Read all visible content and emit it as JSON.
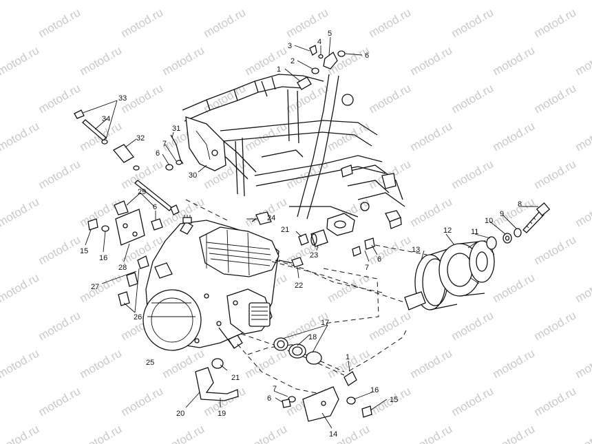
{
  "watermark": {
    "text": "motod.ru"
  },
  "callouts": {
    "c1": "1",
    "c2": "2",
    "c3": "3",
    "c4": "4",
    "c5": "5",
    "c6": "6",
    "c6b": "6",
    "c6c": "6",
    "c6d": "6",
    "c7": "7",
    "c7b": "7",
    "c7c": "7",
    "c8": "8",
    "c9": "9",
    "c10": "10",
    "c11": "11",
    "c12": "12",
    "c13": "13",
    "c14": "14",
    "c15": "15",
    "c15b": "15",
    "c16": "16",
    "c16b": "16",
    "c17": "17",
    "c18": "18",
    "c19": "19",
    "c20": "20",
    "c21": "21",
    "c21b": "21",
    "c22": "22",
    "c23": "23",
    "c24": "24",
    "c25": "25",
    "c26": "26",
    "c27": "27",
    "c28": "28",
    "c29": "29",
    "c30": "30",
    "c31": "31",
    "c32": "32",
    "c33": "33",
    "c34": "34",
    "c1b": "1"
  }
}
